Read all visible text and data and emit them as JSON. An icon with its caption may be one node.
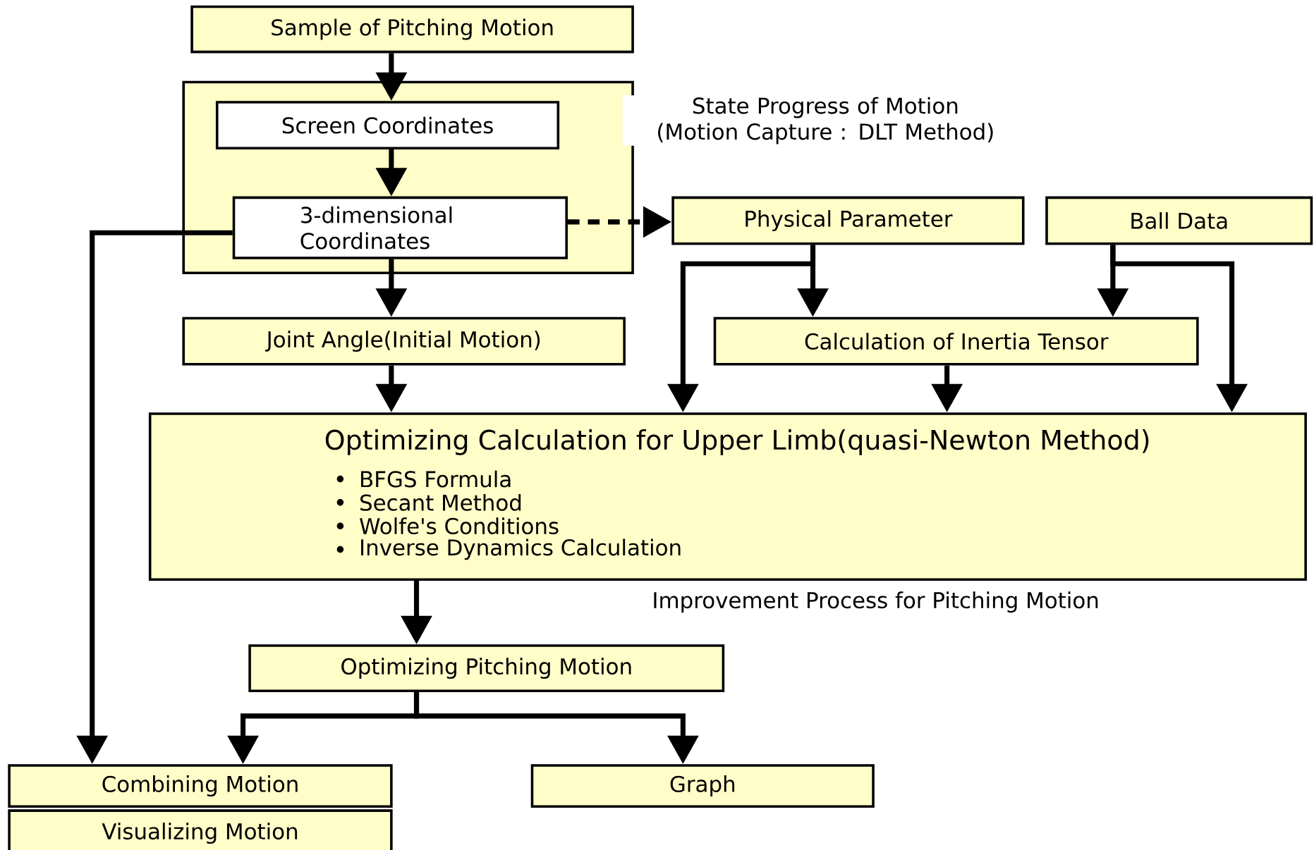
{
  "diagram": {
    "nodes": [
      {
        "text": [
          "Sample of Pitching Motion"
        ]
      },
      {
        "text": [
          "State Progress of Motion (Motion Capture : DLT Method)"
        ]
      },
      {
        "text": [
          "Screen Coordinates"
        ],
        "in": 1
      },
      {
        "text": [
          "3-dimensional Coordinates"
        ],
        "in": 1
      },
      {
        "text": [
          "Physical Parameter"
        ]
      },
      {
        "text": [
          "Ball Data"
        ]
      },
      {
        "text": [
          "Joint Angle(Initial Motion)"
        ]
      },
      {
        "text": [
          "Calculation of Inertia Tensor"
        ]
      },
      {
        "text": [
          "Optimizing Calculation for Upper Limb(quasi-Newton Method)",
          "BFGS Formula",
          "Secant Method",
          "Wolfe's Conditions",
          "Inverse Dynamics Calculation"
        ],
        "beside": [
          "Improvement Process for Pitching Motion"
        ]
      },
      {
        "text": [
          "Optimizing Pitching Motion"
        ]
      },
      {
        "text": [
          "Combining Motion"
        ]
      },
      {
        "text": [
          "Graph"
        ]
      },
      {
        "text": [
          "Visualizing Motion"
        ]
      }
    ],
    "edges": [
      {
        "from": 0,
        "to": 2,
        "arrow": "to"
      },
      {
        "from": 2,
        "to": 3,
        "arrow": "to"
      },
      {
        "from": 3,
        "to": 4,
        "arrow": "to",
        "style": "dashed"
      },
      {
        "from": 3,
        "to": 6,
        "arrow": "to"
      },
      {
        "from": 3,
        "to": 10,
        "arrow": "to"
      },
      {
        "from": 4,
        "to": 7,
        "arrow": "to"
      },
      {
        "from": 4,
        "to": 8,
        "arrow": "to"
      },
      {
        "from": 5,
        "to": 7,
        "arrow": "to"
      },
      {
        "from": 5,
        "to": 8,
        "arrow": "to"
      },
      {
        "from": 6,
        "to": 8,
        "arrow": "to"
      },
      {
        "from": 7,
        "to": 8,
        "arrow": "to"
      },
      {
        "from": 8,
        "to": 9,
        "arrow": "to"
      },
      {
        "from": 9,
        "to": 10,
        "arrow": "to"
      },
      {
        "from": 9,
        "to": 11,
        "arrow": "to"
      }
    ]
  }
}
